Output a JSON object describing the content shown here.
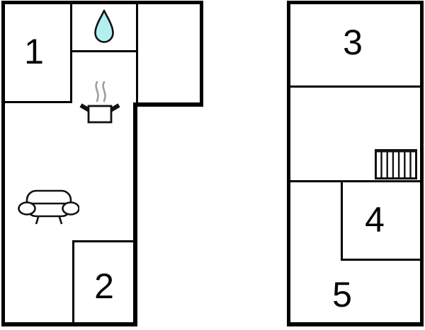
{
  "colors": {
    "background": "#ffffff",
    "wall": "#000000",
    "water_drop_fill": "#b2f0f0",
    "steam": "#9e9e9e",
    "icon_stroke": "#111111"
  },
  "plans": {
    "left": {
      "name": "ground-floor",
      "rooms": {
        "room1": {
          "label": "1"
        },
        "room2": {
          "label": "2"
        }
      },
      "icons": [
        "water-drop",
        "cooking-pot-steam",
        "sofa"
      ]
    },
    "right": {
      "name": "upper-floor",
      "rooms": {
        "room3": {
          "label": "3"
        },
        "room4": {
          "label": "4"
        },
        "room5": {
          "label": "5"
        }
      },
      "icons": [
        "stairs"
      ]
    }
  }
}
